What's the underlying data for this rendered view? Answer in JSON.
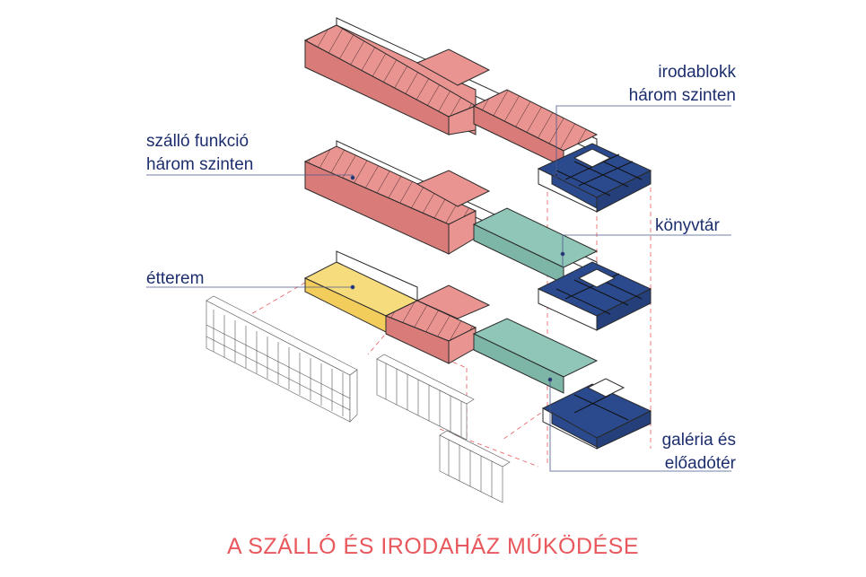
{
  "labels": {
    "office_block": [
      "irodablokk",
      "három szinten"
    ],
    "hotel_function": [
      "szálló funkció",
      "három szinten"
    ],
    "library": "könyvtár",
    "restaurant": "étterem",
    "gallery": [
      "galéria és",
      "előadótér"
    ]
  },
  "caption": "A SZÁLLÓ ÉS IRODAHÁZ MŰKÖDÉSE",
  "colors": {
    "hotel": "#e99491",
    "office": "#2b4a8e",
    "library": "#8fc6b7",
    "restaurant": "#f7dc7d",
    "label": "#1d2e6e",
    "caption": "#e8585d",
    "guide": "#e8585d"
  }
}
